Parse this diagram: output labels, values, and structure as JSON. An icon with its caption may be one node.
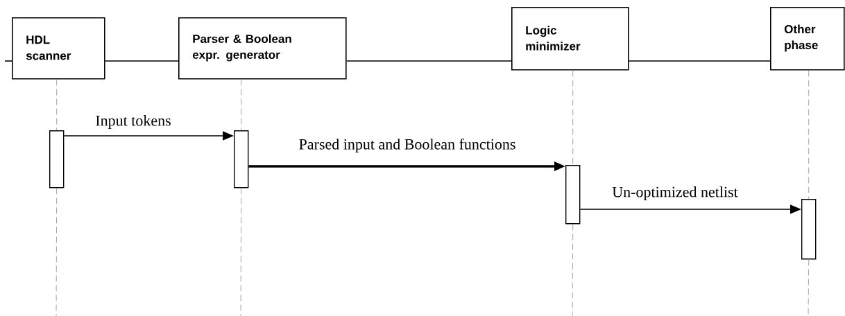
{
  "diagram": {
    "nodes": [
      {
        "text": [
          "HDL scanner"
        ]
      },
      {
        "text": [
          "Parser & Boolean expr. generator"
        ]
      },
      {
        "text": [
          "Logic minimizer"
        ]
      },
      {
        "text": [
          "Other phase"
        ]
      },
      {
        "text": [],
        "shape": "bar"
      },
      {
        "text": [],
        "shape": "bar"
      },
      {
        "text": [],
        "shape": "bar"
      },
      {
        "text": [],
        "shape": "bar"
      }
    ],
    "edges": [
      {
        "from": null,
        "to": 0,
        "arrow": "none"
      },
      {
        "from": 0,
        "to": 1,
        "arrow": "none"
      },
      {
        "from": 1,
        "to": 2,
        "arrow": "none"
      },
      {
        "from": 2,
        "to": 3,
        "arrow": "none"
      },
      {
        "from": 0,
        "to": 4,
        "arrow": "none",
        "style": "dashed",
        "color": "#999999"
      },
      {
        "from": 1,
        "to": 5,
        "arrow": "none",
        "style": "dashed",
        "color": "#999999"
      },
      {
        "from": 2,
        "to": 6,
        "arrow": "none",
        "style": "dashed",
        "color": "#999999"
      },
      {
        "from": 3,
        "to": 7,
        "arrow": "none",
        "style": "dashed",
        "color": "#999999"
      },
      {
        "from": 4,
        "to": 5,
        "arrow": "to",
        "label": "Input tokens"
      },
      {
        "from": 5,
        "to": 6,
        "arrow": "to",
        "label": "Parsed input and Boolean functions",
        "style": "thick"
      },
      {
        "from": 6,
        "to": 7,
        "arrow": "to",
        "label": "Un-optimized netlist"
      }
    ]
  }
}
